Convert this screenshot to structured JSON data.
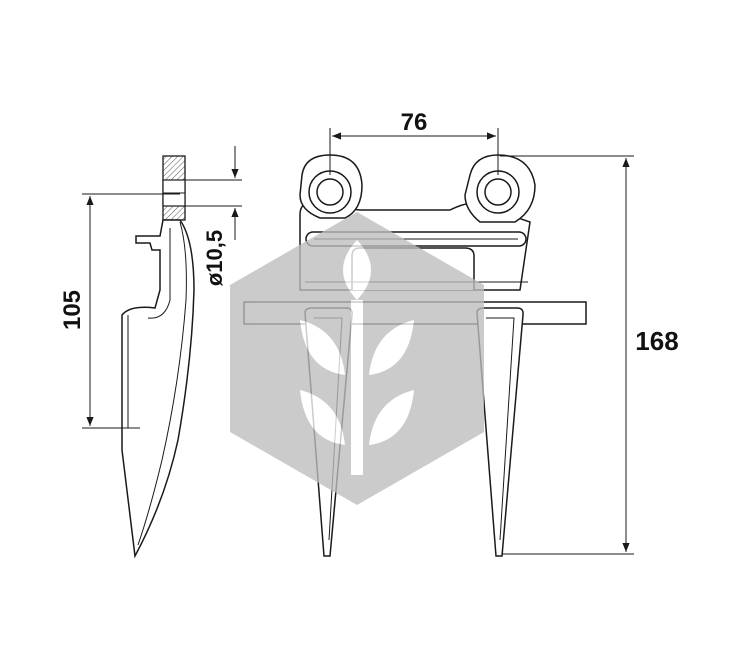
{
  "dimensions": {
    "width_label": "76",
    "height_label": "168",
    "side_height_label": "105",
    "hole_label": "ø10,5"
  },
  "watermark": {
    "icon": "wheat-logo-icon",
    "color": "#bdbdbd"
  }
}
